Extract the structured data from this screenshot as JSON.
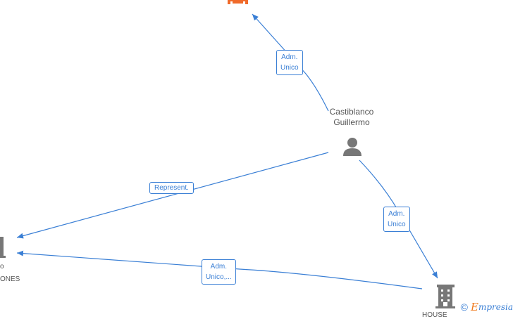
{
  "nodes": {
    "person": {
      "line1": "Castiblanco",
      "line2": "Guillermo",
      "icon": "person-icon"
    },
    "left_company": {
      "line1": "o",
      "line2": "ONES",
      "icon": "building-icon"
    },
    "house_company": {
      "line1": "HOUSE",
      "icon": "building-icon"
    },
    "top_company": {
      "icon": "building-icon",
      "color": "#f06a2a"
    }
  },
  "edges": {
    "to_top": {
      "line1": "Adm.",
      "line2": "Unico"
    },
    "to_left": {
      "label": "Represent."
    },
    "to_house": {
      "line1": "Adm.",
      "line2": "Unico"
    },
    "house_to_left": {
      "line1": "Adm.",
      "line2": "Unico,..."
    }
  },
  "colors": {
    "edge": "#3a7fd5",
    "node_icon": "#777777",
    "accent": "#f06a2a"
  },
  "brand": {
    "copyright": "©",
    "e": "E",
    "rest": "mpresia"
  }
}
